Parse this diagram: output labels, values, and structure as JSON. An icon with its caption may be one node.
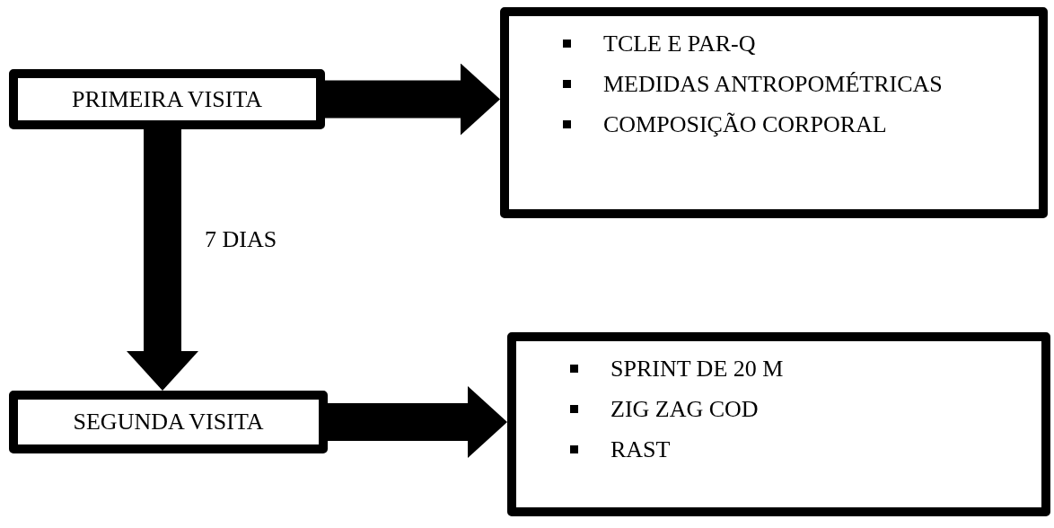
{
  "diagram": {
    "nodes": [
      {
        "text": [
          "PRIMEIRA VISITA"
        ]
      },
      {
        "text": [
          "TCLE E PAR-Q",
          "MEDIDAS ANTROPOMÉTRICAS",
          "COMPOSIÇÃO CORPORAL"
        ]
      },
      {
        "text": [
          "SEGUNDA VISITA"
        ]
      },
      {
        "text": [
          "SPRINT DE 20 M",
          "ZIG ZAG COD",
          "RAST"
        ]
      }
    ],
    "edges": [
      {
        "from": 0,
        "to": 1,
        "arrow": "to"
      },
      {
        "from": 0,
        "to": 2,
        "arrow": "to",
        "label": "7 DIAS"
      },
      {
        "from": 2,
        "to": 3,
        "arrow": "to"
      }
    ]
  }
}
